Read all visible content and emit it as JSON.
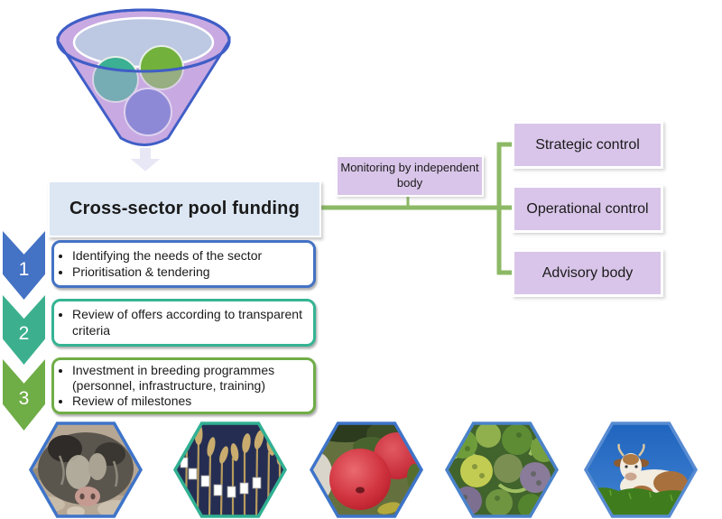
{
  "title": "Cross-sector pool funding",
  "funnel": {
    "description": "funnel with three input circles",
    "circle_colors": [
      "#3bb093",
      "#72b13c",
      "#6472cd"
    ],
    "body_color": "#c9a9e2",
    "outline_color": "#3f5ec6"
  },
  "steps": [
    {
      "number": "1",
      "accent": "#4472c4",
      "bullets": [
        "Identifying the needs of the sector",
        "Prioritisation & tendering"
      ]
    },
    {
      "number": "2",
      "accent": "#3cb08e",
      "bullets": [
        "Review of offers according to transparent criteria"
      ]
    },
    {
      "number": "3",
      "accent": "#6fad47",
      "bullets": [
        "Investment in breeding programmes (personnel, infrastructure, training)",
        "Review of milestones"
      ]
    }
  ],
  "monitoring": {
    "label": "Monitoring by independent body"
  },
  "controls": [
    {
      "label": "Strategic control"
    },
    {
      "label": "Operational control"
    },
    {
      "label": "Advisory body"
    }
  ],
  "connector_color": "#8cb966",
  "sectors": [
    {
      "name": "pig",
      "border_color": "#3e74c9"
    },
    {
      "name": "wheat-breeding-trial",
      "border_color": "#31b092"
    },
    {
      "name": "apples",
      "border_color": "#3e74c9"
    },
    {
      "name": "brassicas",
      "border_color": "#4a82ca"
    },
    {
      "name": "cow",
      "border_color": "#578bd2"
    }
  ],
  "colors": {
    "funding_box_fill": "#dce7f3",
    "purple_box_fill": "#d9c5e9",
    "step1_accent": "#4472c4",
    "step2_accent": "#3cb08e",
    "step3_accent": "#6fad47"
  }
}
